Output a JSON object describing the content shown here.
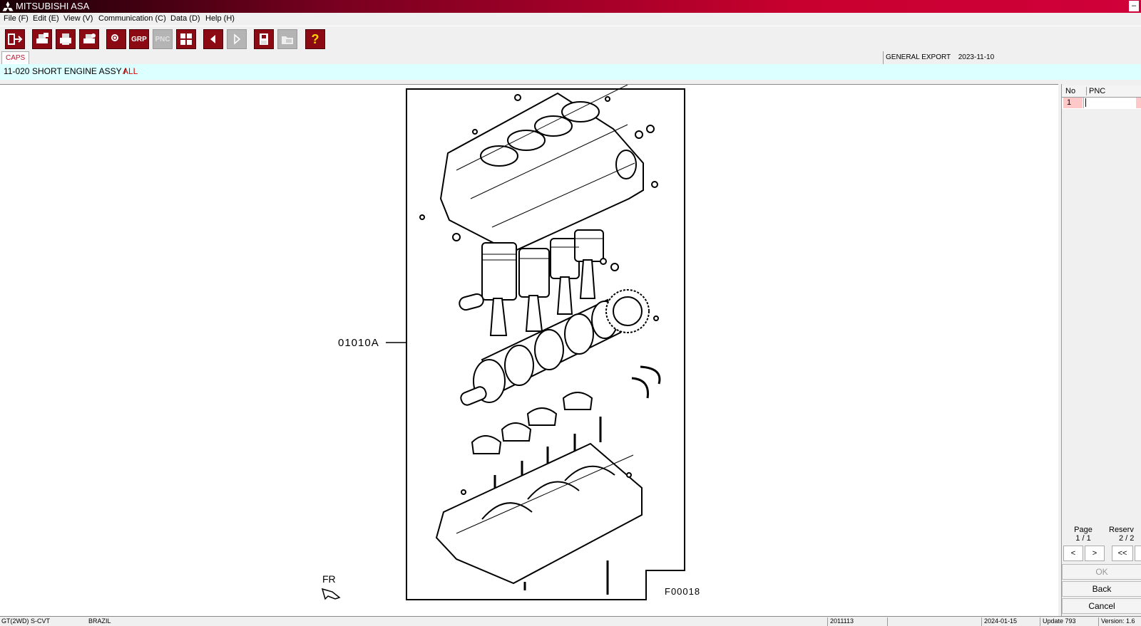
{
  "window": {
    "title": "MITSUBISHI ASA",
    "minimize_label": "–"
  },
  "menu": [
    "File (F)",
    "Edit (E)",
    "View (V)",
    "Communication (C)",
    "Data (D)",
    "Help (H)"
  ],
  "toolbar": {
    "grp_label": "GRP",
    "pnc_label": "PNC",
    "help_label": "?"
  },
  "tab": {
    "label": "CAPS"
  },
  "export_info": {
    "label": "GENERAL EXPORT",
    "date": "2023-11-10"
  },
  "path": {
    "code": "11-020",
    "name": "SHORT ENGINE ASSY /",
    "filter": "ALL"
  },
  "drawing": {
    "part_label": "01010A",
    "figure_code": "F00018",
    "direction": "FR"
  },
  "table": {
    "headers": [
      "No",
      "PNC"
    ],
    "rows": [
      {
        "no": "1",
        "pnc": ""
      }
    ]
  },
  "pagination": {
    "page_label": "Page",
    "page_value": "1 / 1",
    "reserve_label": "Reserv",
    "reserve_value": "2 / 2"
  },
  "nav": {
    "prev": "<",
    "next": ">",
    "first": "<<"
  },
  "actions": {
    "ok": "OK",
    "back": "Back",
    "cancel": "Cancel"
  },
  "status": {
    "model": "GT(2WD) S-CVT",
    "region": "BRAZIL",
    "code": "2011113",
    "date": "2024-01-15",
    "update": "Update 793",
    "version": "Version: 1.6"
  }
}
